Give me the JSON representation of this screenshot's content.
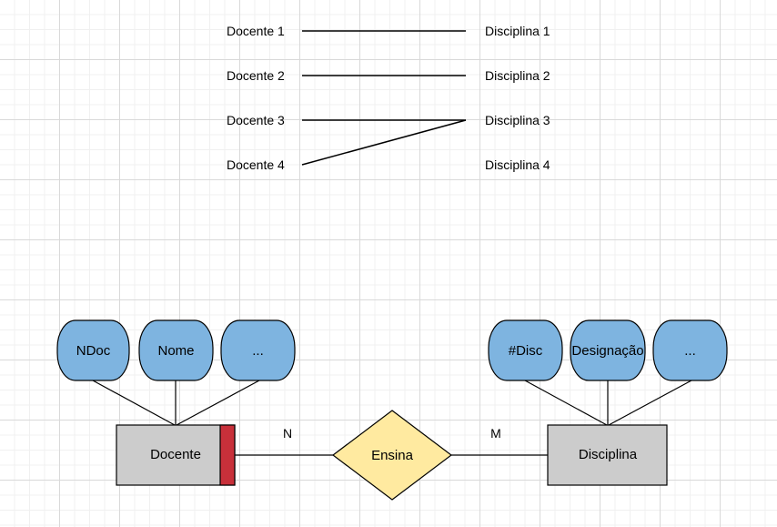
{
  "mapping": {
    "left": [
      "Docente 1",
      "Docente 2",
      "Docente 3",
      "Docente 4"
    ],
    "right": [
      "Disciplina 1",
      "Disciplina 2",
      "Disciplina 3",
      "Disciplina 4"
    ]
  },
  "er": {
    "entity_left": {
      "label": "Docente",
      "attributes": [
        "NDoc",
        "Nome",
        "..."
      ]
    },
    "entity_right": {
      "label": "Disciplina",
      "attributes": [
        "#Disc",
        "Designação",
        "..."
      ]
    },
    "relationship": {
      "label": "Ensina"
    },
    "cardinality_left": "N",
    "cardinality_right": "M"
  },
  "colors": {
    "attribute_fill": "#7eb4e0",
    "entity_fill": "#cccccc",
    "relationship_fill": "#ffeaa0",
    "marker_fill": "#c8303a"
  }
}
